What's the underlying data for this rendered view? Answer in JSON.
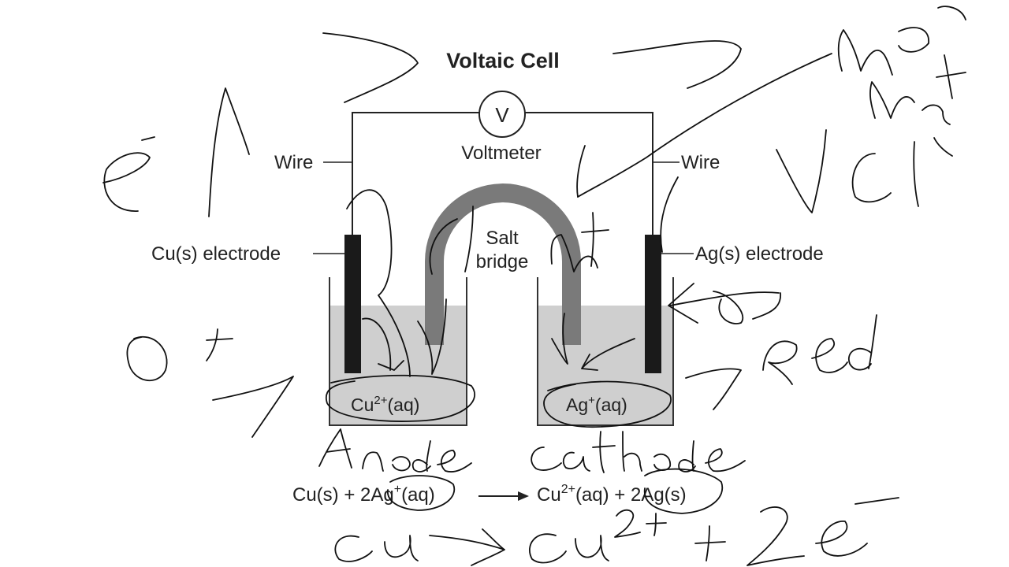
{
  "title": "Voltaic Cell",
  "voltmeter": {
    "symbol": "V",
    "label": "Voltmeter"
  },
  "wire_left": "Wire",
  "wire_right": "Wire",
  "salt_bridge": {
    "line1": "Salt",
    "line2": "bridge"
  },
  "left_electrode": "Cu(s) electrode",
  "right_electrode": "Ag(s) electrode",
  "left_solution": {
    "base": "Cu",
    "sup": "2+",
    "tail": "(aq)"
  },
  "right_solution": {
    "base": "Ag",
    "sup": "+",
    "tail": "(aq)"
  },
  "equation": {
    "reactants_a": "Cu(s) + 2Ag",
    "reactants_sup": "+",
    "reactants_b": "(aq)",
    "products_a": "Cu",
    "products_sup": "2+",
    "products_b": "(aq) + 2Ag(s)"
  },
  "annotations": {
    "electron": "e",
    "ox": "O",
    "red": "Red",
    "anode": "Anode",
    "cathode": "cathode",
    "half_reaction": "Cu → Cu²⁺ + 2e⁻"
  },
  "colors": {
    "solution": "#cfcfcf",
    "bridge": "#7a7a7a",
    "electrode": "#1a1a1a",
    "ink": "#111111"
  }
}
